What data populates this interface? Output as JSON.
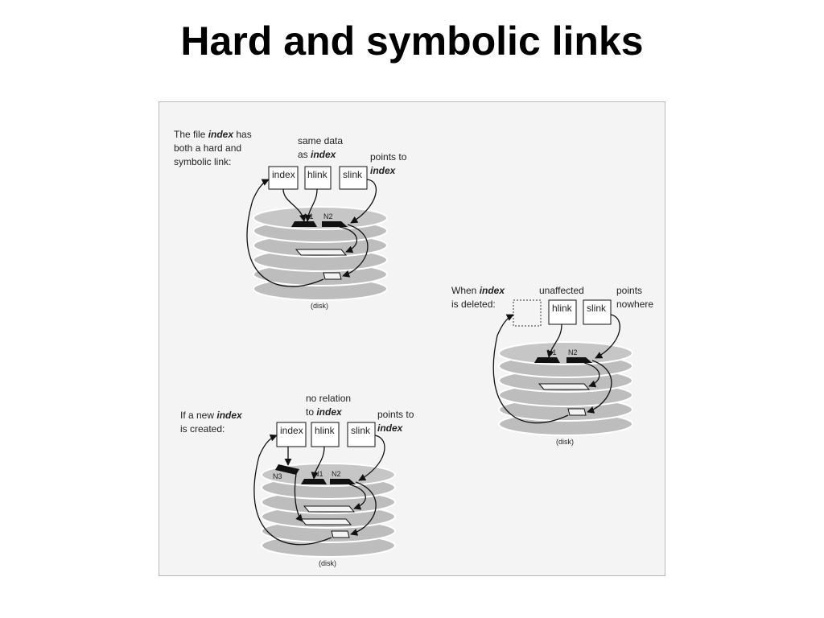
{
  "slide": {
    "title": "Hard and symbolic links"
  },
  "panel1": {
    "caption": [
      "The file ",
      "index",
      " has",
      "both a hard and",
      "symbolic link:"
    ],
    "same_data": [
      "same data",
      "as ",
      "index"
    ],
    "points_to": [
      "points to",
      "index"
    ],
    "nodes": [
      "index",
      "hlink",
      "slink"
    ],
    "inodes": [
      "N1",
      "N2"
    ],
    "disk": "(disk)"
  },
  "panel2": {
    "caption": [
      "When ",
      "index",
      "is deleted:"
    ],
    "unaffected": "unaffected",
    "points_nowhere": [
      "points",
      "nowhere"
    ],
    "nodes": [
      "hlink",
      "slink"
    ],
    "inodes": [
      "N1",
      "N2"
    ],
    "disk": "(disk)"
  },
  "panel3": {
    "caption": [
      "If a new ",
      "index",
      "is created:"
    ],
    "no_relation": [
      "no relation",
      "to ",
      "index"
    ],
    "points_to": [
      "points to",
      "index"
    ],
    "nodes": [
      "index",
      "hlink",
      "slink"
    ],
    "inodes": [
      "N3",
      "N1",
      "N2"
    ],
    "disk": "(disk)"
  }
}
